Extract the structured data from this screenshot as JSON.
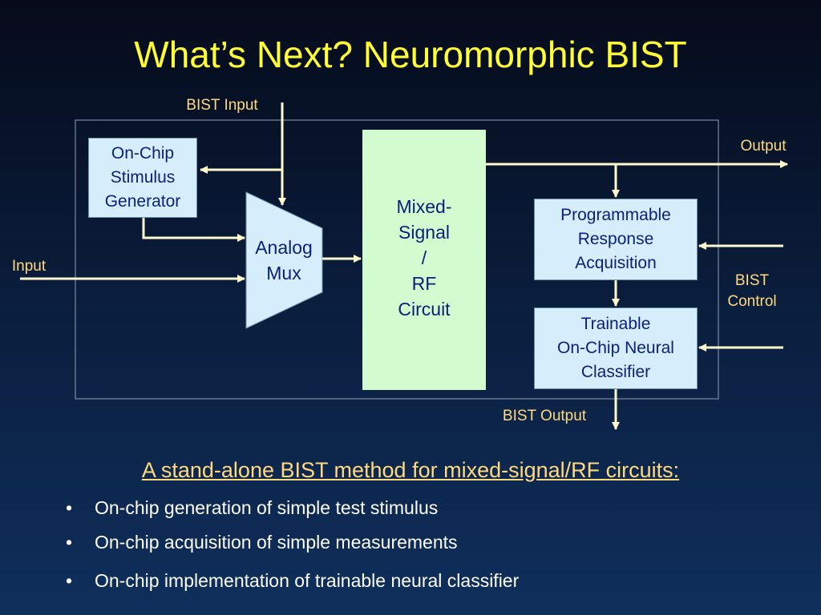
{
  "title": "What’s Next? Neuromorphic BIST",
  "diagram": {
    "labels": {
      "bist_input": "BIST Input",
      "input": "Input",
      "output": "Output",
      "bist_control": "BIST\nControl",
      "bist_output": "BIST Output"
    },
    "blocks": {
      "stimulus_generator": "On-Chip\nStimulus\nGenerator",
      "analog_mux": "Analog\nMux",
      "mixed_signal": "Mixed-\nSignal\n/\nRF\nCircuit",
      "response_acquisition": "Programmable\nResponse\nAcquisition",
      "neural_classifier": "Trainable\nOn-Chip Neural\nClassifier"
    },
    "colors": {
      "wire": "#fffacd",
      "block": "#d6eefc",
      "mixed_block": "#d2fbcf",
      "block_text": "#0a1f77",
      "label_text": "#ffd980",
      "title": "#ffff33"
    }
  },
  "subtitle": "A stand-alone BIST method for mixed-signal/RF circuits:",
  "bullets": [
    "On-chip generation of simple test stimulus",
    "On-chip acquisition of simple measurements",
    "On-chip implementation of trainable neural classifier"
  ]
}
